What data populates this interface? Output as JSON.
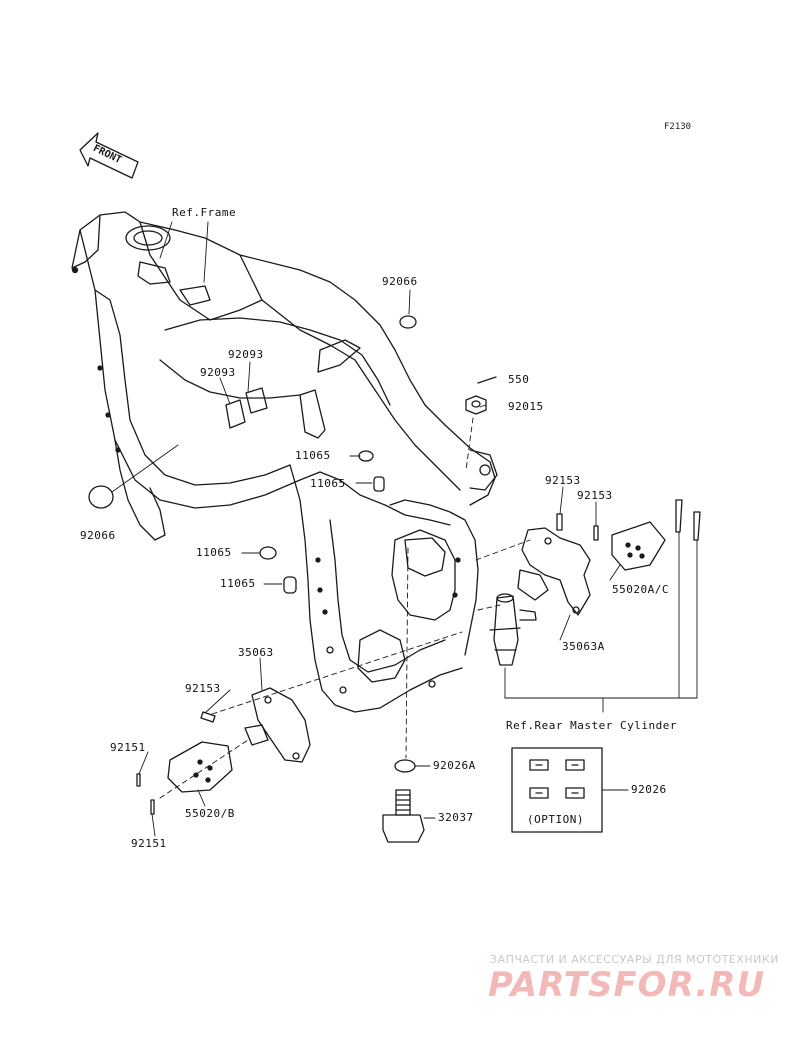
{
  "diagram_code": "F2130",
  "front_label": "FRONT",
  "labels": {
    "ref_frame": "Ref.Frame",
    "p92066_top": "92066",
    "p92093_a": "92093",
    "p92093_b": "92093",
    "p550": "550",
    "p92015": "92015",
    "p11065_a": "11065",
    "p11065_b": "11065",
    "p92066_left": "92066",
    "p92153_a": "92153",
    "p92153_b": "92153",
    "p11065_c": "11065",
    "p11065_d": "11065",
    "p55020_ac": "55020A/C",
    "p35063a": "35063A",
    "p35063": "35063",
    "p92153_c": "92153",
    "ref_rear_master": "Ref.Rear Master Cylinder",
    "p92151_a": "92151",
    "p92026a": "92026A",
    "p92026": "92026",
    "p55020b": "55020/B",
    "p32037": "32037",
    "option": "(OPTION)",
    "p92151_b": "92151"
  },
  "watermark": {
    "tagline": "ЗАПЧАСТИ И АКСЕССУАРЫ ДЛЯ МОТОТЕХНИКИ",
    "logo": "PARTSFOR.RU"
  }
}
